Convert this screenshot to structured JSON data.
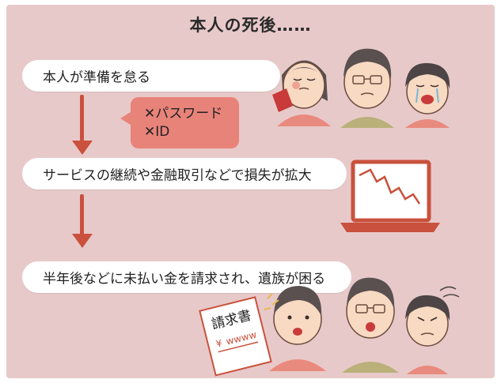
{
  "title": "本人の死後……",
  "steps": [
    {
      "label": "本人が準備を怠る"
    },
    {
      "label": "サービスの継続や金融取引などで損失が拡大"
    },
    {
      "label": "半年後などに未払い金を請求され、遺族が困る"
    }
  ],
  "bubble": {
    "lines": [
      "✕パスワード",
      "✕ID"
    ]
  },
  "invoice": {
    "title": "請求書",
    "amount": "¥ ",
    "amount_squiggle": "wwww"
  },
  "colors": {
    "background": "#e8c9c9",
    "accent": "#c9513d",
    "bubble": "#e8837a",
    "pill": "#ffffff"
  },
  "icons": [
    "arrow-down-icon",
    "laptop-chart-icon",
    "family-crying-icon",
    "family-worried-icon",
    "invoice-icon"
  ]
}
